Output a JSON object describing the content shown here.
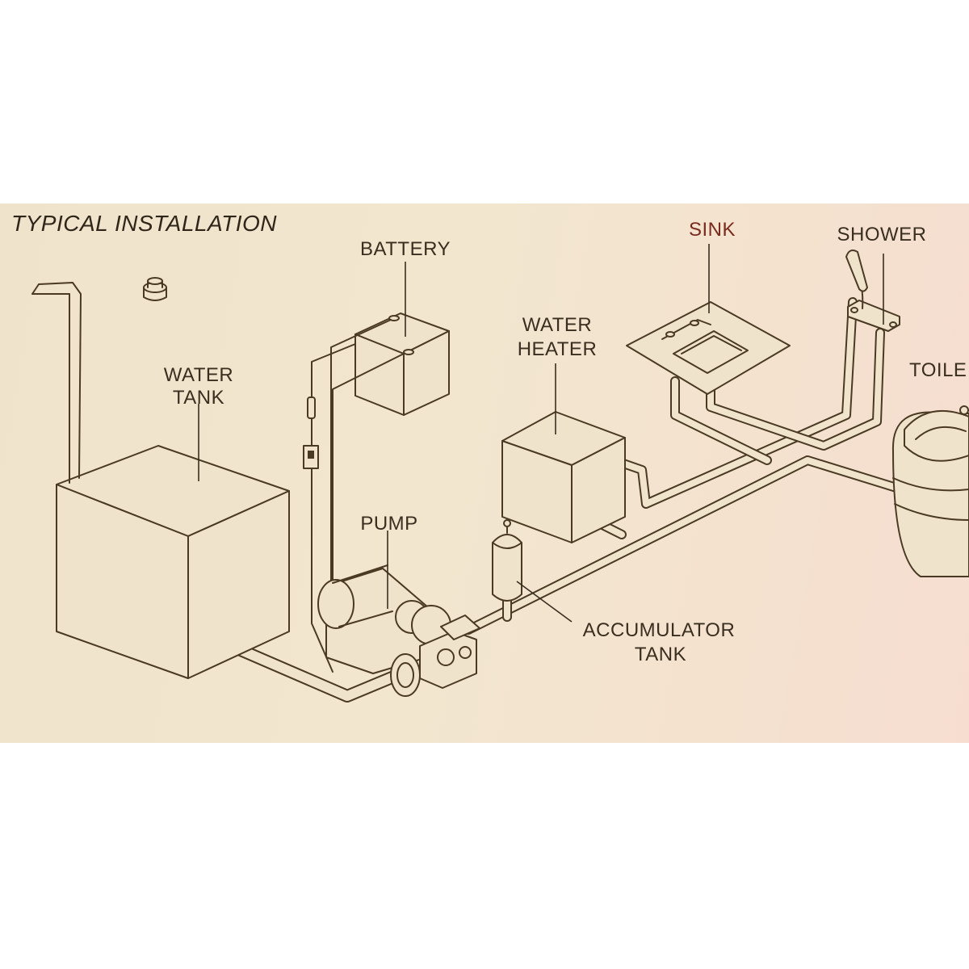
{
  "title": "TYPICAL INSTALLATION",
  "labels": {
    "battery": "BATTERY",
    "water_tank_1": "WATER",
    "water_tank_2": "TANK",
    "water_heater_1": "WATER",
    "water_heater_2": "HEATER",
    "pump": "PUMP",
    "sink": "SINK",
    "shower": "SHOWER",
    "toilet": "TOILE",
    "accumulator_1": "ACCUMULATOR",
    "accumulator_2": "TANK"
  },
  "colors": {
    "paper": "#efe3cb",
    "ink": "#4a3a24",
    "sink_label": "#7a2a1e"
  }
}
